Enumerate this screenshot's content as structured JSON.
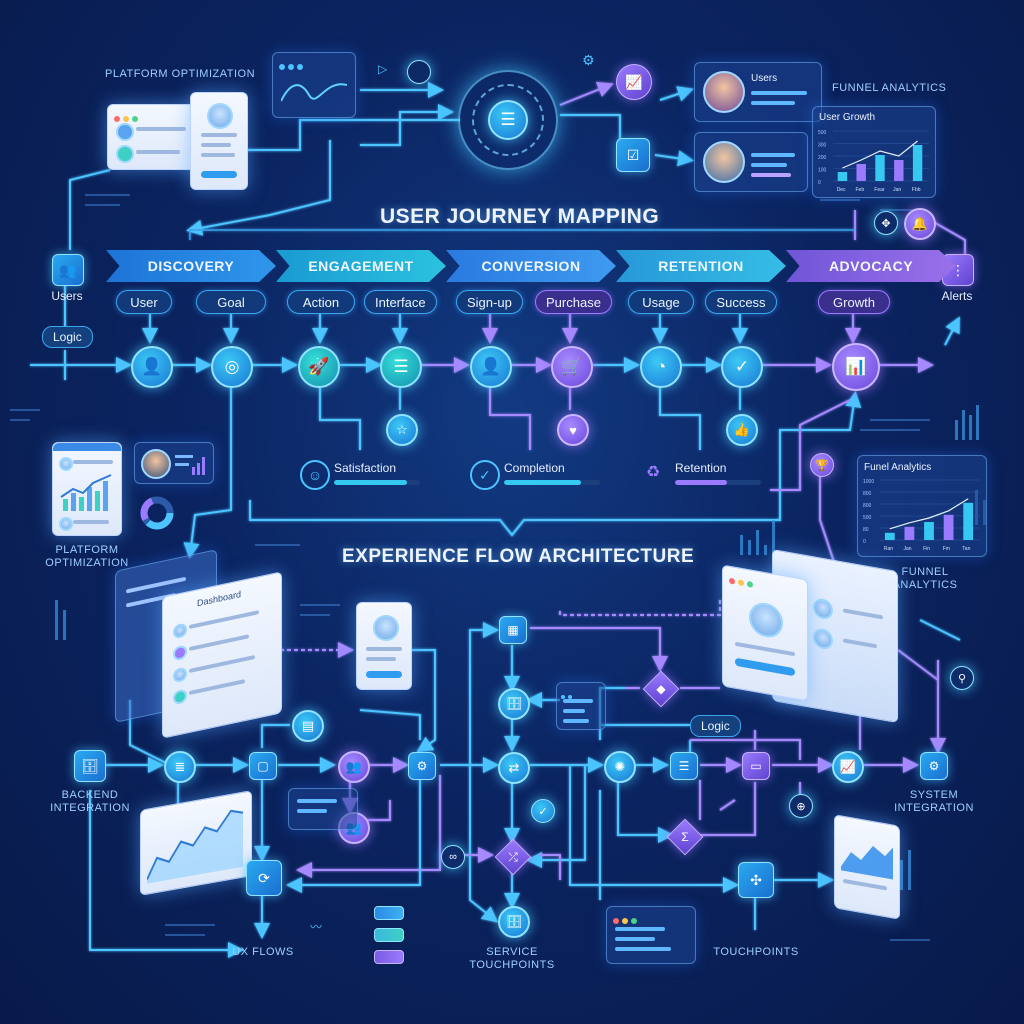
{
  "titles": {
    "main": "USER JOURNEY MAPPING",
    "architecture": "EXPERIENCE FLOW ARCHITECTURE"
  },
  "stages": [
    "DISCOVERY",
    "ENGAGEMENT",
    "CONVERSION",
    "RETENTION",
    "ADVOCACY"
  ],
  "steps": [
    {
      "label": "User",
      "style": "blue"
    },
    {
      "label": "Goal",
      "style": "blue"
    },
    {
      "label": "Action",
      "style": "blue"
    },
    {
      "label": "Interface",
      "style": "blue"
    },
    {
      "label": "Sign-up",
      "style": "blue"
    },
    {
      "label": "Purchase",
      "style": "purple"
    },
    {
      "label": "Usage",
      "style": "blue"
    },
    {
      "label": "Success",
      "style": "blue"
    },
    {
      "label": "Growth",
      "style": "purple"
    }
  ],
  "side": {
    "users": "Users",
    "alerts": "Alerts",
    "logic_tag": "Logic"
  },
  "metrics": [
    {
      "label": "Satisfaction",
      "level": 0.85,
      "color": "#35c9f2"
    },
    {
      "label": "Completion",
      "level": 0.8,
      "color": "#35c9f2"
    },
    {
      "label": "Retention",
      "level": 0.6,
      "color": "#9a7aff"
    }
  ],
  "captions": {
    "platform_top": "PLATFORM OPTIMIZATION",
    "funnel_top": "FUNNEL ANALYTICS",
    "platform_left_1": "PLATFORM",
    "platform_left_2": "OPTIMIZATION",
    "funnel_right_1": "FUNNEL",
    "funnel_right_2": "ANALYTICS",
    "backend_1": "BACKEND",
    "backend_2": "INTEGRATION",
    "system_1": "SYSTEM",
    "system_2": "INTEGRATION",
    "ux_flows": "UX FLOWS",
    "service_1": "SERVICE",
    "service_2": "TOUCHPOINTS",
    "touchpoints": "TOUCHPOINTS"
  },
  "panels": {
    "users_card": "Users",
    "user_growth": "User Growth",
    "funnel_analytics": "Funel Analytics",
    "logic_tag": "Logic",
    "dashboard_small": "Dashboard"
  },
  "chart_data": [
    {
      "type": "bar",
      "title": "User Growth",
      "categories": [
        "Dec",
        "Feb",
        "Fear",
        "Jan",
        "Fbb"
      ],
      "y_ticks": [
        "500",
        "300",
        "200",
        "100",
        "0"
      ],
      "values": [
        90,
        170,
        260,
        210,
        360
      ],
      "ylim": [
        0,
        500
      ]
    },
    {
      "type": "bar",
      "title": "Funel Analytics",
      "categories": [
        "Ran",
        "Jan",
        "Fin",
        "Fm",
        "Tan"
      ],
      "y_ticks": [
        "1000",
        "800",
        "800",
        "500",
        "80",
        "0"
      ],
      "values": [
        120,
        220,
        300,
        420,
        620
      ],
      "ylim": [
        0,
        1000
      ]
    }
  ],
  "colors": {
    "accent_blue": "#35c9f2",
    "accent_purple": "#9a7aff",
    "background": "#0b2461"
  }
}
